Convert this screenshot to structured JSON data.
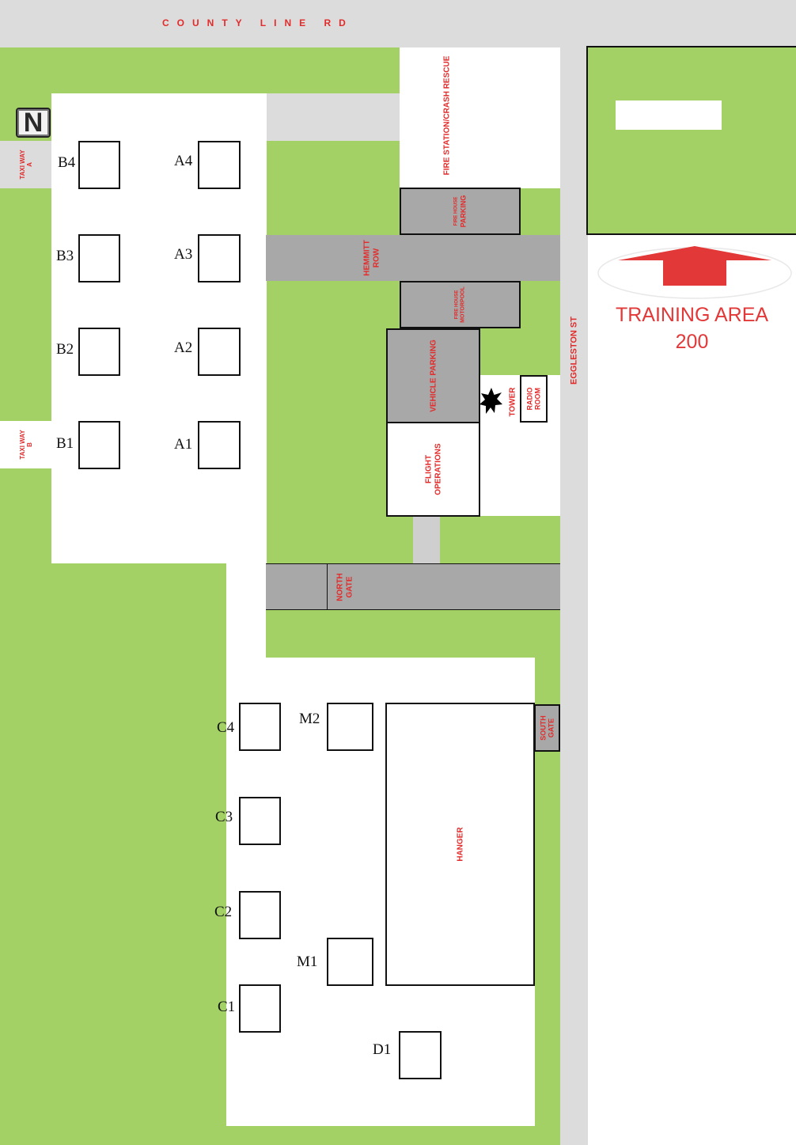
{
  "roads": {
    "county_line": "COUNTY LINE RD",
    "eggleston": "EGGLESTON ST"
  },
  "areas": {
    "fire_station": "FIRE STATION/CRASH RESCUE",
    "firehouse_parking": [
      "FIRE HOUSE",
      "PARKING"
    ],
    "hemmitt_row": [
      "HEMMITT",
      "ROW"
    ],
    "firehouse_motorpool": [
      "FIRE HOUSE",
      "MOTORPOOL"
    ],
    "vehicle_parking": "VEHICLE PARKING",
    "flight_operations": [
      "FLIGHT",
      "OPERATIONS"
    ],
    "tower": "TOWER",
    "radio_room": [
      "RADIO",
      "ROOM"
    ],
    "north_gate": [
      "NORTH",
      "GATE"
    ],
    "south_gate": [
      "SOUTH",
      "GATE"
    ],
    "hangar": "HANGER",
    "taxiway_a": [
      "TAXI WAY",
      "A"
    ],
    "taxiway_b": [
      "TAXI WAY",
      "B"
    ]
  },
  "pads": {
    "b4": "B4",
    "b3": "B3",
    "b2": "B2",
    "b1": "B1",
    "a4": "A4",
    "a3": "A3",
    "a2": "A2",
    "a1": "A1",
    "c4": "C4",
    "c3": "C3",
    "c2": "C2",
    "c1": "C1",
    "m2": "M2",
    "m1": "M1",
    "d1": "D1"
  },
  "training": {
    "line1": "TRAINING AREA",
    "line2": "200"
  },
  "compass": {
    "letter": "N"
  },
  "colors": {
    "grass": "#a3d165",
    "road": "#dcdcdc",
    "lot": "#a8a8a8",
    "label_red": "#e22b2b"
  }
}
